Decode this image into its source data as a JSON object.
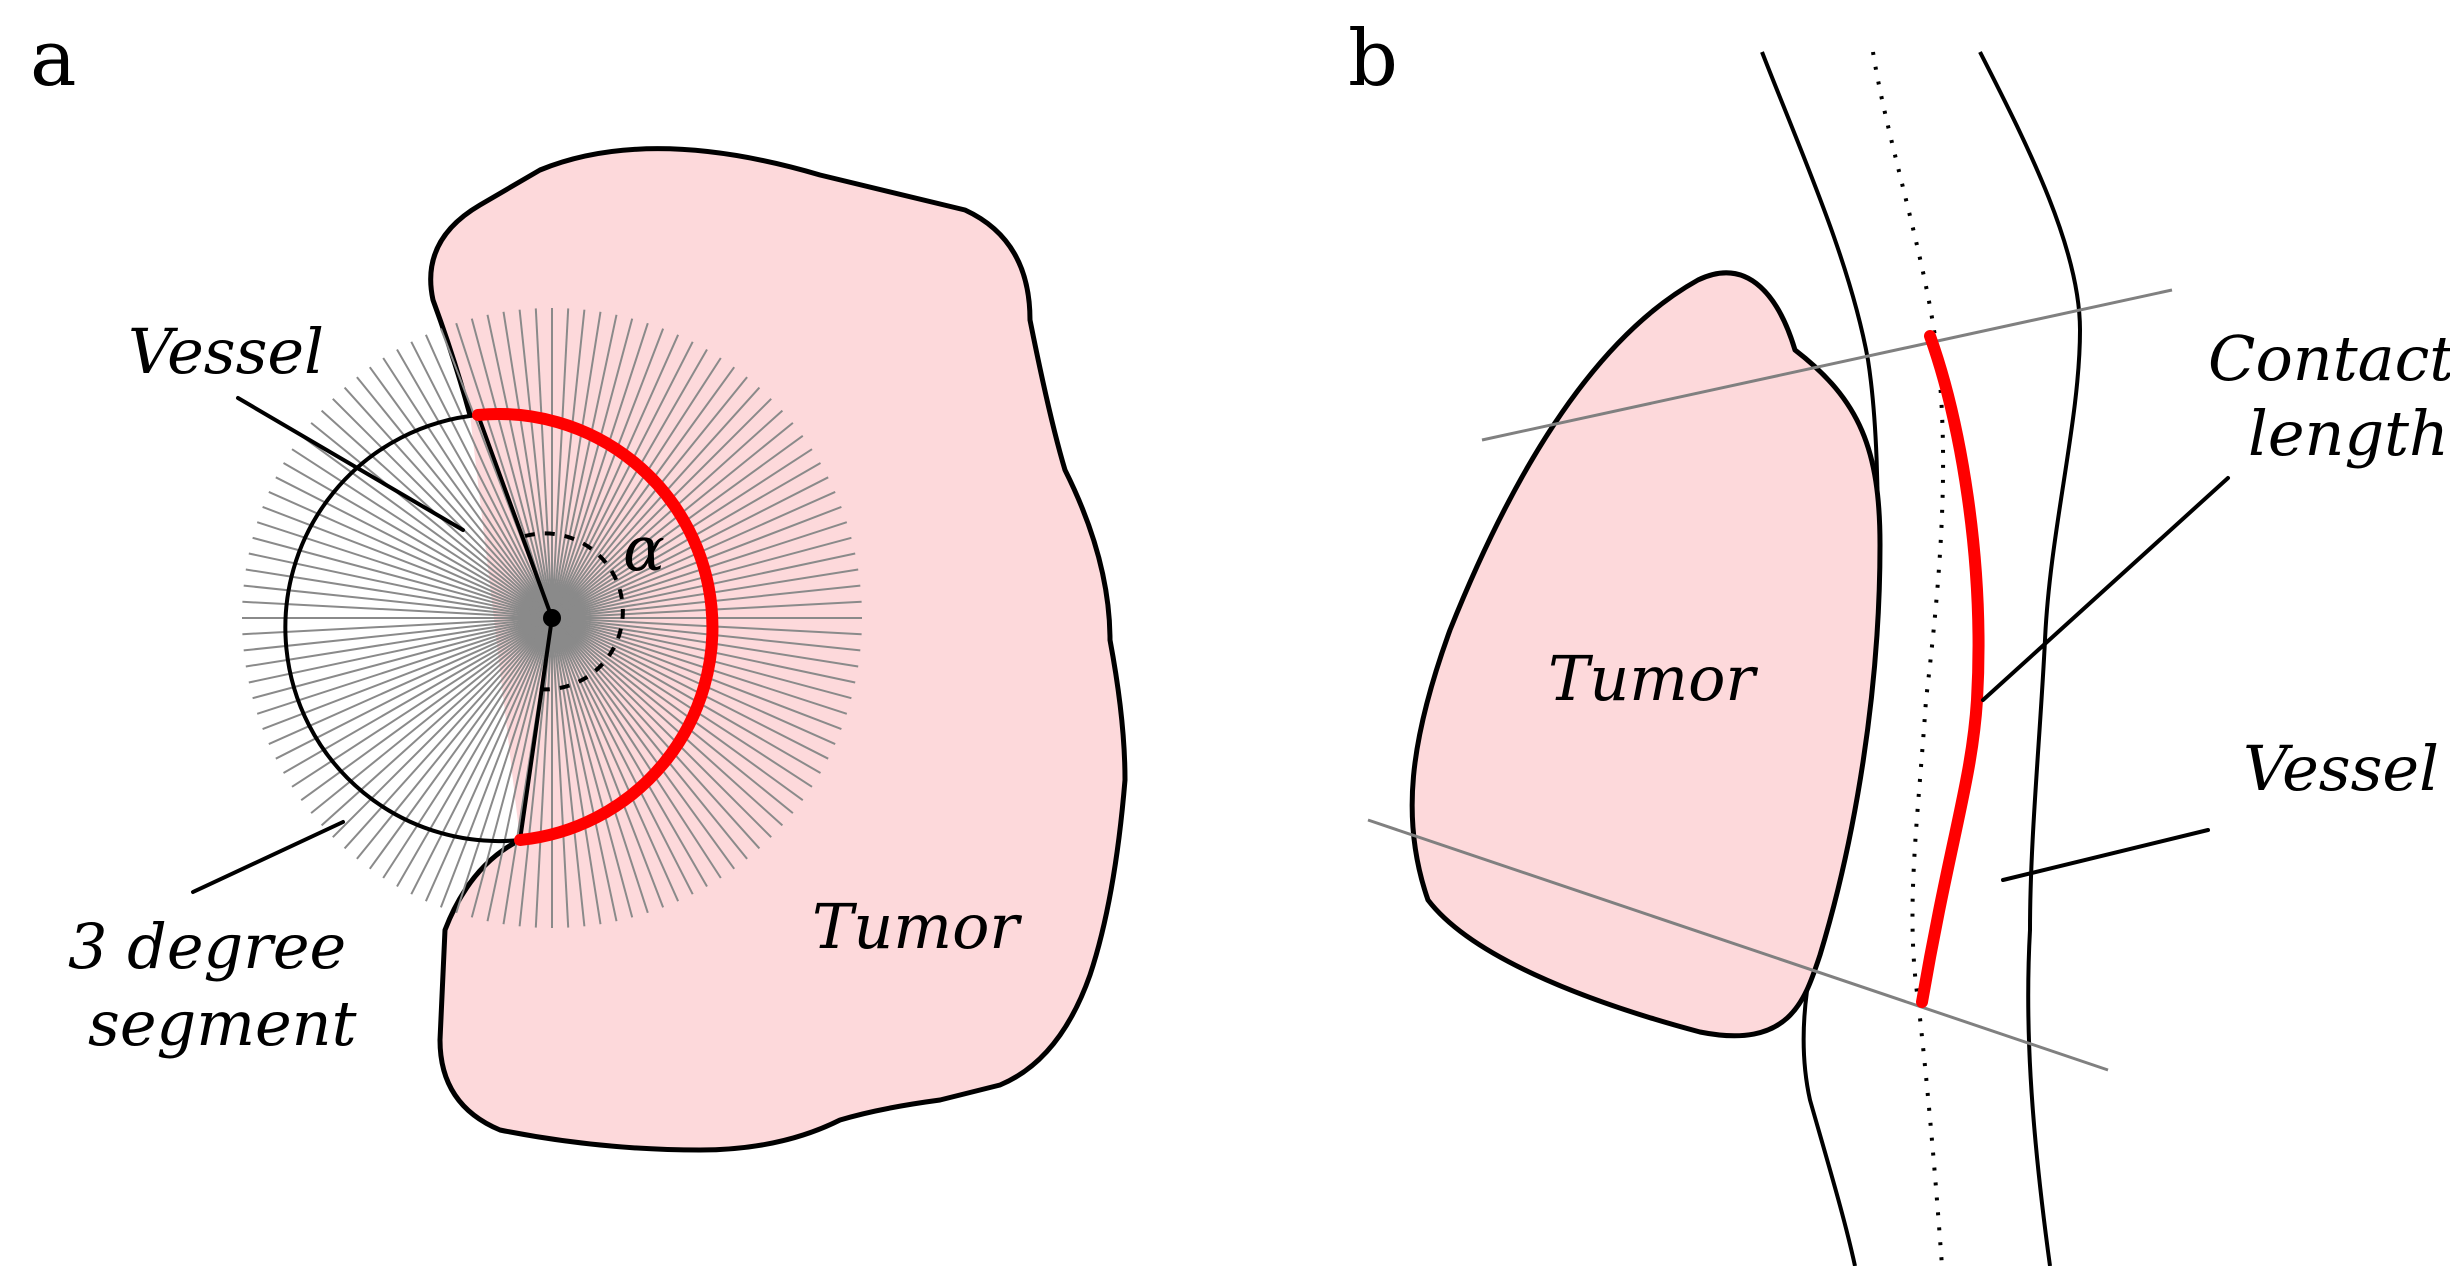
{
  "panel_a": {
    "letter": "a",
    "vessel_label": "Vessel",
    "angle_symbol": "α",
    "segment_label_line1": "3 degree",
    "segment_label_line2": "segment",
    "tumor_label": "Tumor",
    "ray_step_degrees": 3
  },
  "panel_b": {
    "letter": "b",
    "tumor_label": "Tumor",
    "contact_label_line1": "Contact",
    "contact_label_line2": "length",
    "vessel_label": "Vessel"
  },
  "colors": {
    "tumor_fill": "#fdd9db",
    "contact_line": "#ff0000",
    "ray": "#8a8a8a",
    "outline": "#000000"
  }
}
